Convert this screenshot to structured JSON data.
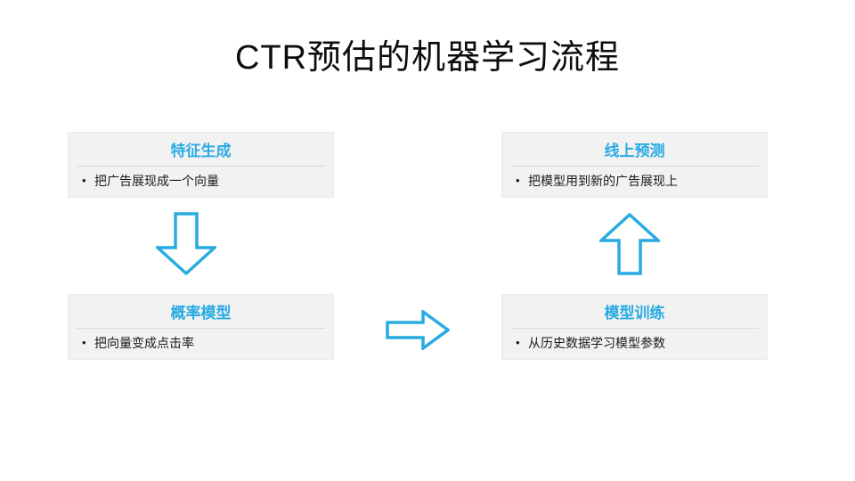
{
  "slide": {
    "title": "CTR预估的机器学习流程",
    "accent_color": "#29ABE2",
    "box_background": "#F2F2F2",
    "bullet_glyph": "•",
    "boxes": [
      {
        "id": "feature-generation",
        "title": "特征生成",
        "bullet": "把广告展现成一个向量"
      },
      {
        "id": "online-prediction",
        "title": "线上预测",
        "bullet": "把模型用到新的广告展现上"
      },
      {
        "id": "probability-model",
        "title": "概率模型",
        "bullet": "把向量变成点击率"
      },
      {
        "id": "model-training",
        "title": "模型训练",
        "bullet": "从历史数据学习模型参数"
      }
    ],
    "arrows": [
      {
        "name": "arrow-down",
        "direction": "down",
        "from": "特征生成",
        "to": "概率模型"
      },
      {
        "name": "arrow-right",
        "direction": "right",
        "from": "概率模型",
        "to": "模型训练"
      },
      {
        "name": "arrow-up",
        "direction": "up",
        "from": "模型训练",
        "to": "线上预测"
      }
    ]
  }
}
